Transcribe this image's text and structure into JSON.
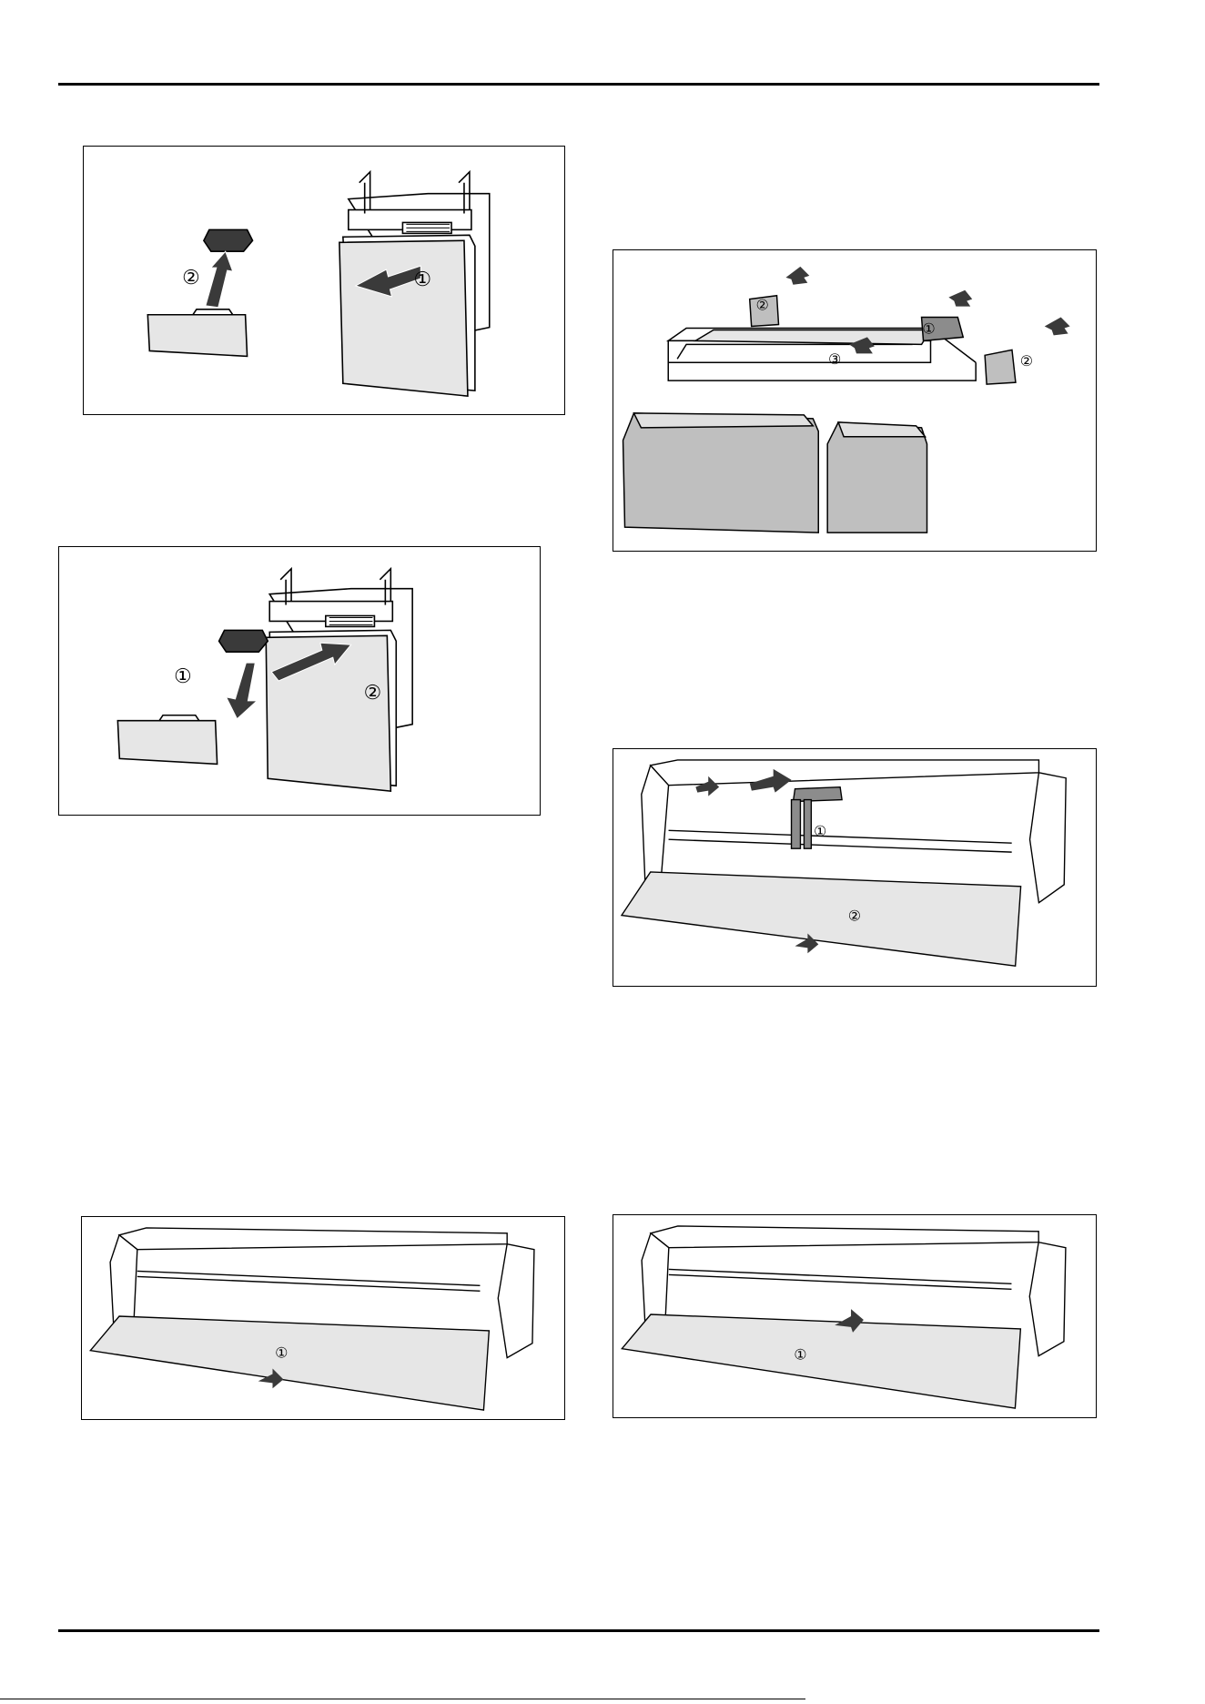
{
  "figures": [
    {
      "id": "fig-remove-front-panel",
      "callouts": [
        "②",
        "①"
      ]
    },
    {
      "id": "fig-insert-front-panel",
      "callouts": [
        "①",
        "②"
      ]
    },
    {
      "id": "fig-remove-drawer-parts",
      "callouts": [
        "②",
        "①",
        "③",
        "②"
      ]
    },
    {
      "id": "fig-remove-divider-and-glass",
      "callouts": [
        "①",
        "②"
      ]
    },
    {
      "id": "fig-pull-out-glass-plate",
      "callouts": [
        "①"
      ]
    },
    {
      "id": "fig-push-in-glass-plate",
      "callouts": [
        "①"
      ]
    }
  ],
  "colors": {
    "line": "#000000",
    "panel_fill": "#e6e6e6",
    "dark_part": "#3a3a3a",
    "mid_part": "#8c8c8c"
  }
}
